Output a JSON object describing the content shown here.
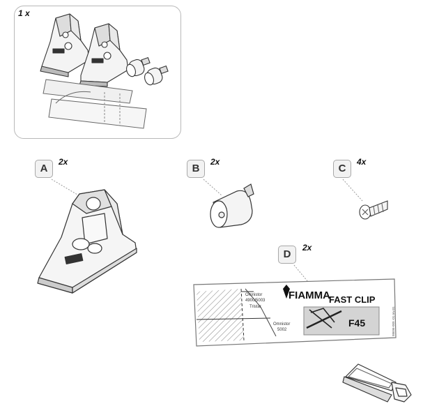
{
  "kit": {
    "quantity": "1 x"
  },
  "parts": [
    {
      "id": "A",
      "quantity": "2x"
    },
    {
      "id": "B",
      "quantity": "2x"
    },
    {
      "id": "C",
      "quantity": "4x"
    },
    {
      "id": "D",
      "quantity": "2x"
    }
  ],
  "sticker": {
    "brand": "FIAMMA",
    "product": "FAST CLIP",
    "model": "F45",
    "label_1": "Omnistor",
    "label_1b": "4900/5003",
    "label_2": "Tristar",
    "label_3": "Omnistor",
    "label_3b": "5002",
    "code": "98696-009 -01 rev.01"
  }
}
